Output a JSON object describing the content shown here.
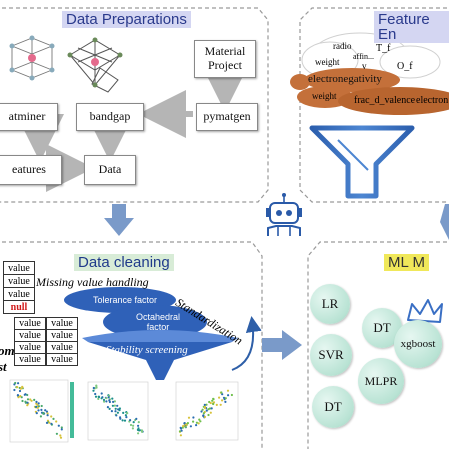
{
  "sections": {
    "data_preparations": "Data Preparations",
    "feature_engineering": "Feature En",
    "data_cleaning": "Data cleaning",
    "ml_models": "ML M"
  },
  "prep_nodes": {
    "material_project": "Material Project",
    "matminer": "atminer",
    "bandgap": "bandgap",
    "pymatgen": "pymatgen",
    "features": "eatures",
    "data": "Data"
  },
  "feature_words": {
    "radio": "radio",
    "weight1": "weight",
    "affinity": "affin...",
    "tf": "T_f",
    "v": "v",
    "of": "O_f",
    "electronegativity": "electronegativity",
    "weight2": "weight",
    "frac_d_valence": "frac_d_valence",
    "electron": "electron"
  },
  "cleaning": {
    "value_cells_top": [
      "value",
      "value",
      "value",
      "null"
    ],
    "missing_value_handling": "Missing value handling",
    "tolerance_factor": "Tolerance factor",
    "octahedral_factor": "Octahedral factor",
    "stability_screening": "Stability screening",
    "standardization": "Standardization",
    "value_grid": [
      "value",
      "value",
      "value",
      "value",
      "value",
      "value",
      "value",
      "value"
    ],
    "side_text_1": "om",
    "side_text_2": "st"
  },
  "models": {
    "lr": "LR",
    "dt1": "DT",
    "svr": "SVR",
    "xgboost": "xgboost",
    "mlpr": "MLPR",
    "dt2": "DT"
  },
  "colors": {
    "feature_orange": "#c4703a",
    "funnel_blue": "#3b72c0",
    "arrow_blue": "#7a9ac9",
    "bubble_green": "#b9e3d4",
    "header_bg": "#d4d6f2",
    "ml_header_bg": "#f0e85a",
    "cleaning_header_bg": "#d8ecd7",
    "null_red": "#d11b1b",
    "panel_border": "#999999"
  }
}
